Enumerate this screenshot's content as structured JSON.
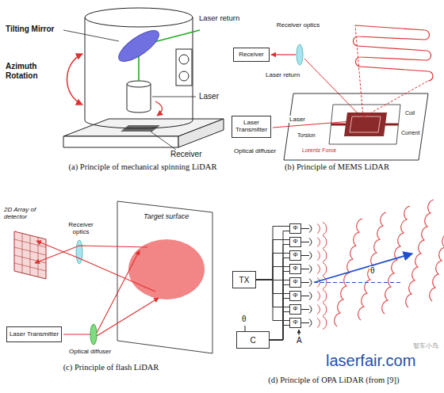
{
  "diagram": {
    "nodes": [
      {
        "text": [
          "Receiver"
        ]
      },
      {
        "text": [
          "Laser Transmitter"
        ]
      },
      {
        "text": [
          "Laser Transmitter"
        ]
      },
      {
        "text": [
          "TX"
        ]
      },
      {
        "text": [
          "Φ"
        ]
      },
      {
        "text": [
          "Φ"
        ]
      },
      {
        "text": [
          "Φ"
        ]
      },
      {
        "text": [
          "Φ"
        ]
      },
      {
        "text": [
          "Φ"
        ]
      },
      {
        "text": [
          "Φ"
        ]
      },
      {
        "text": [
          "Φ"
        ]
      },
      {
        "text": [
          "Φ"
        ]
      },
      {
        "text": [
          "C"
        ]
      }
    ],
    "edges": [
      {
        "from": 3,
        "to": 4,
        "arrow": "none"
      },
      {
        "from": 3,
        "to": 5,
        "arrow": "none"
      },
      {
        "from": 3,
        "to": 6,
        "arrow": "none"
      },
      {
        "from": 3,
        "to": 7,
        "arrow": "none"
      },
      {
        "from": 3,
        "to": 8,
        "arrow": "none"
      },
      {
        "from": 3,
        "to": 9,
        "arrow": "none"
      },
      {
        "from": 3,
        "to": 10,
        "arrow": "none"
      },
      {
        "from": 3,
        "to": 11,
        "arrow": "none"
      },
      {
        "from": 12,
        "to": 4,
        "arrow": "none"
      },
      {
        "from": 12,
        "to": 5,
        "arrow": "none"
      },
      {
        "from": 12,
        "to": 6,
        "arrow": "none"
      },
      {
        "from": 12,
        "to": 7,
        "arrow": "none"
      },
      {
        "from": 12,
        "to": 8,
        "arrow": "none"
      },
      {
        "from": 12,
        "to": 9,
        "arrow": "none"
      },
      {
        "from": 12,
        "to": 10,
        "arrow": "none"
      },
      {
        "from": 12,
        "to": 11,
        "arrow": "none"
      }
    ],
    "labels": [
      "Tilting Mirror",
      "Laser return",
      "Azimuth Rotation",
      "Laser",
      "Receiver",
      "(a) Principle of mechanical spinning LiDAR",
      "Receiver optics",
      "Laser return",
      "Lorentz Force",
      "Coil",
      "Torsion",
      "Current",
      "Laser",
      "Optical diffuser",
      "(b) Principle of MEMS LiDAR",
      "2D Array of detector",
      "Receiver optics",
      "Target surface",
      "Optical diffuser",
      "(c) Principle of flash LiDAR",
      "θ",
      "θ",
      "A",
      "(d) Principle of OPA LiDAR (from [9])",
      "laserfair.com",
      "智车小鸟"
    ]
  }
}
